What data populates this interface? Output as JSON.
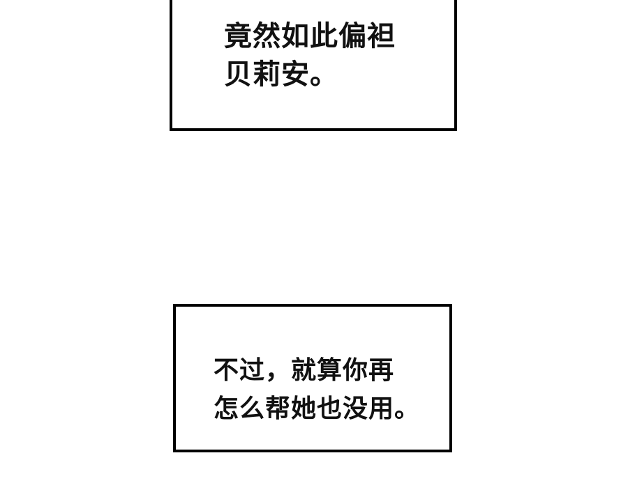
{
  "caption_1": {
    "lines": [
      "竟然如此偏袒",
      "贝莉安。"
    ]
  },
  "caption_2": {
    "lines": [
      "不过，就算你再",
      "怎么帮她也没用。"
    ]
  }
}
